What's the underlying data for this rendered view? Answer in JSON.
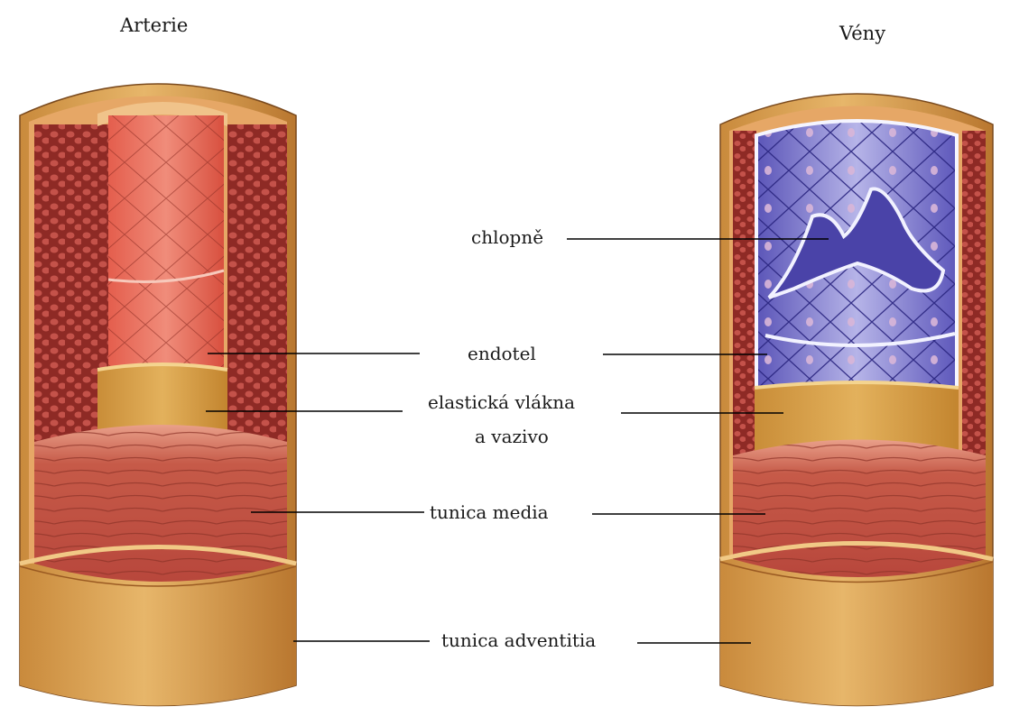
{
  "titles": {
    "artery": "Arterie",
    "vein": "Vény"
  },
  "labels": {
    "valves": "chlopně",
    "endothelium": "endotel",
    "elastic_line1": "elastická vlákna",
    "elastic_line2": "a vazivo",
    "media": "tunica media",
    "adventitia": "tunica adventitia"
  },
  "colors": {
    "adventitia": "#d99a45",
    "media": "#c85a4a",
    "elastic": "#d4a24a",
    "artery_endothelium": "#e0574a",
    "vein_endothelium": "#6a63c4",
    "vein_wall_pattern": "#a8322c",
    "leader_line": "#000000"
  }
}
